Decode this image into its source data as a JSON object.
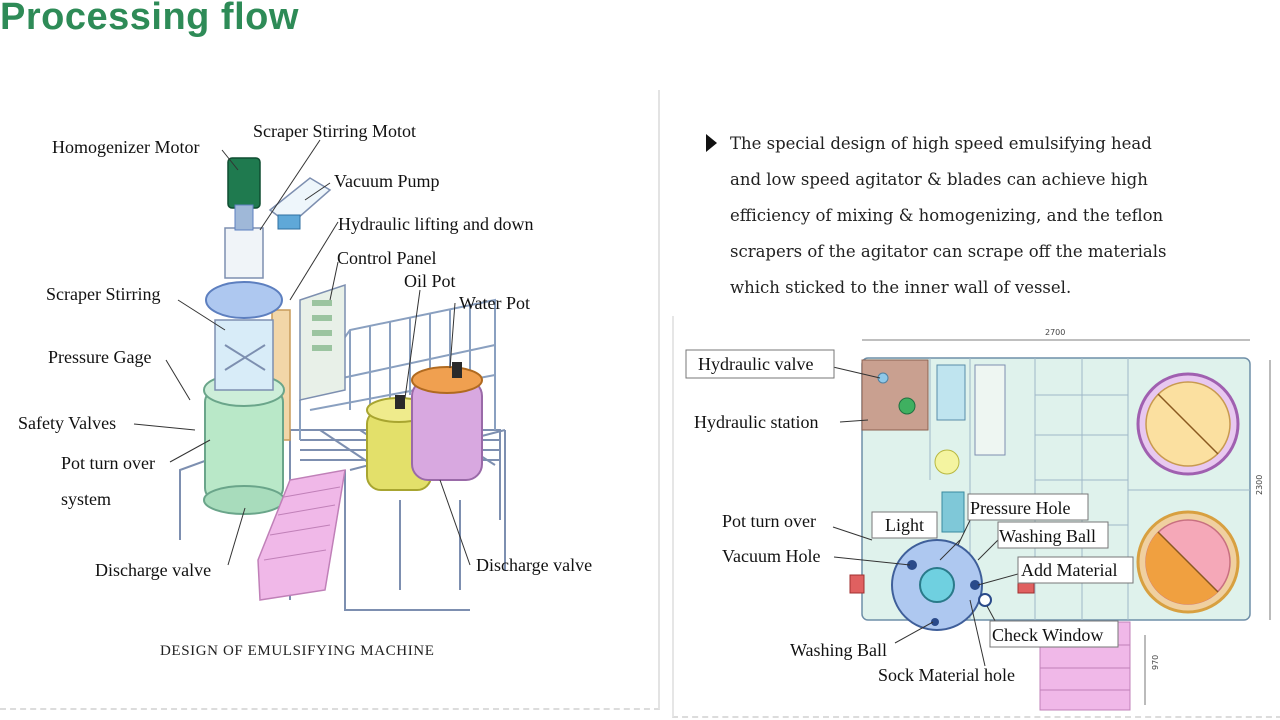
{
  "page": {
    "title": "Processing flow"
  },
  "machine_diagram": {
    "caption": "DESIGN OF EMULSIFYING MACHINE",
    "labels": {
      "homogenizer_motor": "Homogenizer Motor",
      "scraper_stirring_motor": "Scraper Stirring Motot",
      "vacuum_pump": "Vacuum Pump",
      "hydraulic_lifting": "Hydraulic lifting and down",
      "control_panel": "Control Panel",
      "oil_pot": "Oil Pot",
      "water_pot": "Water Pot",
      "scraper_stirring": "Scraper Stirring",
      "pressure_gage": "Pressure Gage",
      "safety_valves": "Safety Valves",
      "pot_turn_over_1": "Pot turn over",
      "pot_turn_over_2": "system",
      "discharge_valve_left": "Discharge valve",
      "discharge_valve_right": "Discharge valve"
    }
  },
  "description": {
    "lines": [
      "The special design of high speed emulsifying head",
      "and low speed agitator & blades can achieve high",
      "efficiency of mixing & homogenizing, and the teflon",
      "scrapers of the agitator can scrape off the materials",
      "which sticked to the inner wall of vessel."
    ]
  },
  "top_view": {
    "dim_top": "2700",
    "dim_right": "2300",
    "dim_bottom": "970",
    "labels": {
      "hydraulic_valve": "Hydraulic valve",
      "hydraulic_station": "Hydraulic station",
      "pot_turn_over": "Pot turn over",
      "light": "Light",
      "pressure_hole": "Pressure Hole",
      "washing_ball_top": "Washing Ball",
      "vacuum_hole": "Vacuum Hole",
      "add_material": "Add Material",
      "check_window": "Check Window",
      "washing_ball_bottom": "Washing Ball",
      "sock_material_hole": "Sock Material hole"
    }
  },
  "colors": {
    "title": "#2e8b57",
    "vessel_green": "#b9e8c8",
    "oil_pot_yellow": "#e3e06a",
    "water_pot_purple": "#d8a8e0",
    "stairs_pink": "#f0b8e8",
    "motor_green": "#1f7a4f",
    "frame_blue": "#8fa7c7",
    "plan_fill": "#dff2ec",
    "hydraulic_station_brown": "#c9a090"
  }
}
